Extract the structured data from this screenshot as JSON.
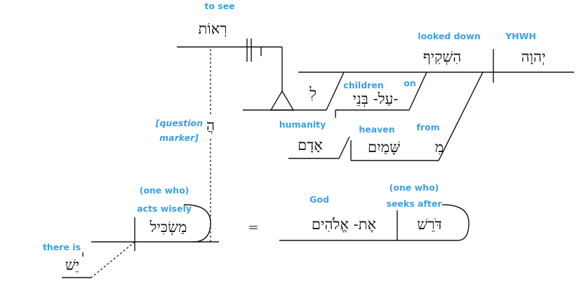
{
  "words": {
    "lirot": "רְאוֹת",
    "hishkif": "הִשְׁקִיף",
    "yhwh": "יְהוָה",
    "lamed": "לִ",
    "al_bnei": "עַל- בְּנֵי-",
    "adam": "אָדָם",
    "min": "מִ",
    "shamayim": "שָּׁמַיִם",
    "ha": "הֲ",
    "maskil": "מַשְׂכִּיל",
    "doresh": "דֹּרֵשׁ",
    "et_elohim": "אֶת- אֱלֹהִים",
    "yesh": "יֵשׁ"
  },
  "glosses": {
    "to_see": "to see",
    "looked_down": "looked down",
    "yhwh": "YHWH",
    "children": "children",
    "on": "on",
    "question_1": "[question",
    "question_2": "marker]",
    "humanity": "humanity",
    "heaven": "heaven",
    "from": "from",
    "one_who_1": "(one who)",
    "acts_wisely": "acts wisely",
    "god": "God",
    "one_who_2": "(one who)",
    "seeks_after": "seeks after",
    "there_is": "there is"
  },
  "symbols": {
    "equals": "="
  }
}
